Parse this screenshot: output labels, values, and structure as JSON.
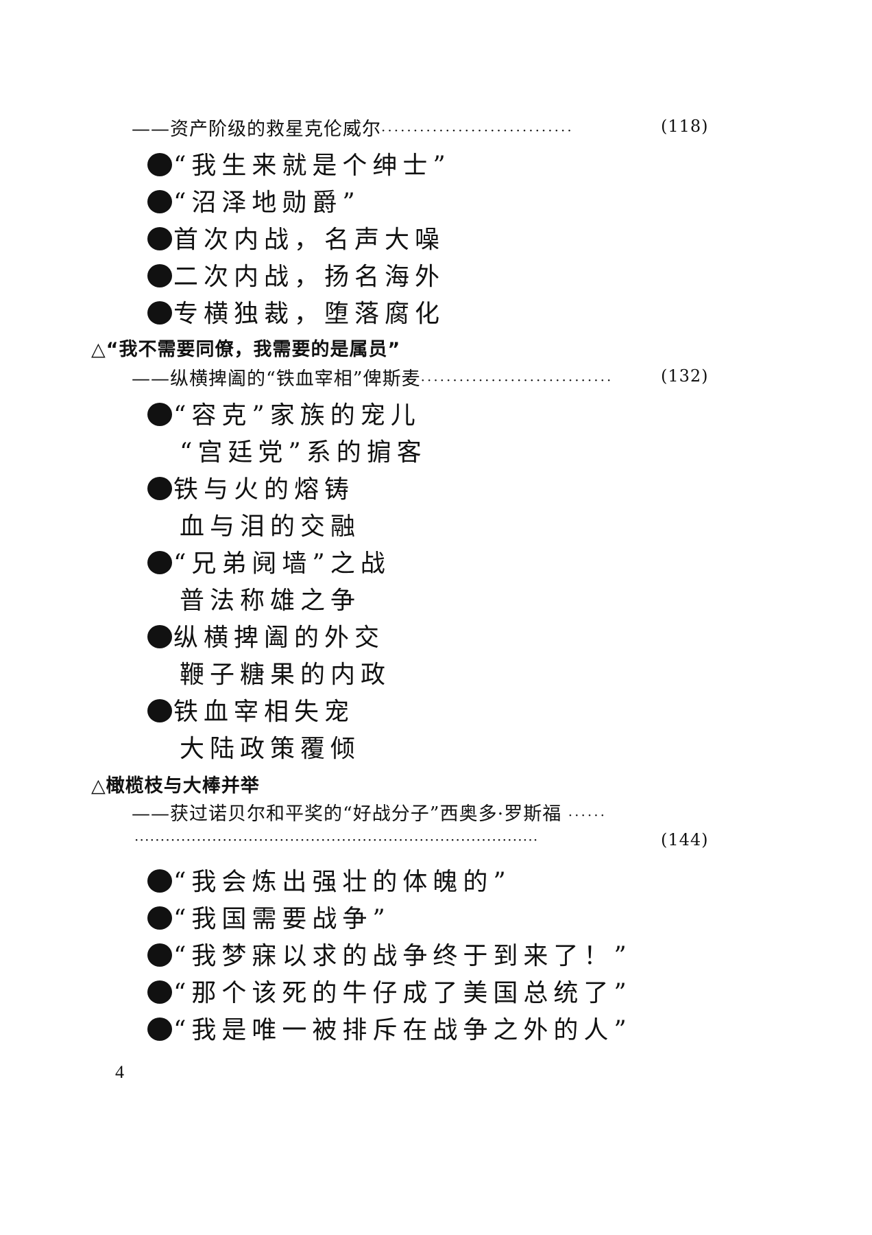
{
  "toc": {
    "section1": {
      "subtitle": "——资产阶级的救星克伦威尔",
      "leader": "······························",
      "page": "(118)",
      "items": [
        "“我生来就是个绅士”",
        "“沼泽地勋爵”",
        "首次内战，名声大噪",
        "二次内战，扬名海外",
        "专横独裁，堕落腐化"
      ]
    },
    "section2": {
      "heading": "△“我不需要同僚，我需要的是属员”",
      "subtitle": "——纵横捭阖的“铁血宰相”俾斯麦",
      "leader": "······························",
      "page": "(132)",
      "items": [
        {
          "line1": "“容克”家族的宠儿",
          "line2": "“宫廷党”系的掮客"
        },
        {
          "line1": "铁与火的熔铸",
          "line2": "血与泪的交融"
        },
        {
          "line1": "“兄弟阋墙”之战",
          "line2": "普法称雄之争"
        },
        {
          "line1": "纵横捭阖的外交",
          "line2": "鞭子糖果的内政"
        },
        {
          "line1": "铁血宰相失宠",
          "line2": "大陆政策覆倾"
        }
      ]
    },
    "section3": {
      "heading": "△橄榄枝与大棒并举",
      "subtitle": "——获过诺贝尔和平奖的“好战分子”西奥多·罗斯福",
      "subtitle_leader": "······",
      "leader": "··············································································",
      "page": "(144)",
      "items": [
        "“我会炼出强壮的体魄的”",
        "“我国需要战争”",
        "“我梦寐以求的战争终于到来了！”",
        "“那个该死的牛仔成了美国总统了”",
        "“我是唯一被排斥在战争之外的人”"
      ]
    }
  },
  "page_number": "4"
}
